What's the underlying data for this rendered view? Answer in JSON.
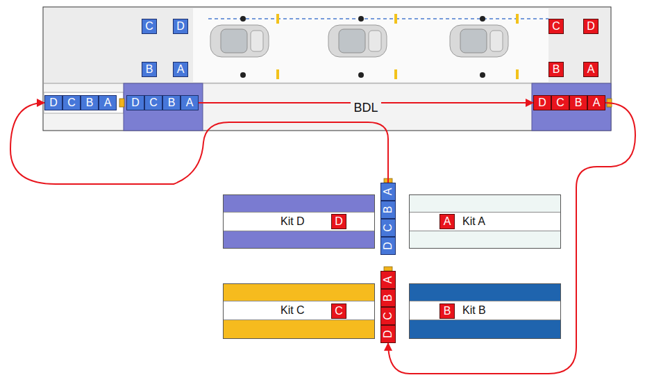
{
  "diagram": {
    "nodes": [
      {
        "text": [
          "C"
        ]
      },
      {
        "text": [
          "D"
        ]
      },
      {
        "text": [
          "C"
        ]
      },
      {
        "text": [
          "D"
        ]
      },
      {
        "text": [
          "B"
        ]
      },
      {
        "text": [
          "A"
        ]
      },
      {
        "text": [
          "B"
        ]
      },
      {
        "text": [
          "A"
        ]
      },
      {
        "text": [
          "D",
          "C",
          "B",
          "A"
        ]
      },
      {
        "text": [
          "D",
          "C",
          "B",
          "A"
        ]
      },
      {
        "text": [
          "D",
          "C",
          "B",
          "A"
        ]
      },
      {
        "text": [
          "Kit D"
        ]
      },
      {
        "text": [
          "D"
        ],
        "in": 11
      },
      {
        "text": [
          "D",
          "C",
          "B",
          "A"
        ]
      },
      {
        "text": [
          "Kit A"
        ]
      },
      {
        "text": [
          "A"
        ],
        "in": 14
      },
      {
        "text": [
          "Kit C"
        ]
      },
      {
        "text": [
          "C"
        ],
        "in": 16
      },
      {
        "text": [
          "D",
          "C",
          "B",
          "A"
        ]
      },
      {
        "text": [
          "Kit B"
        ]
      },
      {
        "text": [
          "B"
        ],
        "in": 19
      }
    ],
    "edges": [
      {
        "from": 9,
        "to": 10,
        "label": "BDL",
        "arrow": "to"
      },
      {
        "from": 10,
        "to": 18,
        "arrow": "to"
      },
      {
        "from": 13,
        "to": 8,
        "arrow": "to"
      }
    ]
  }
}
